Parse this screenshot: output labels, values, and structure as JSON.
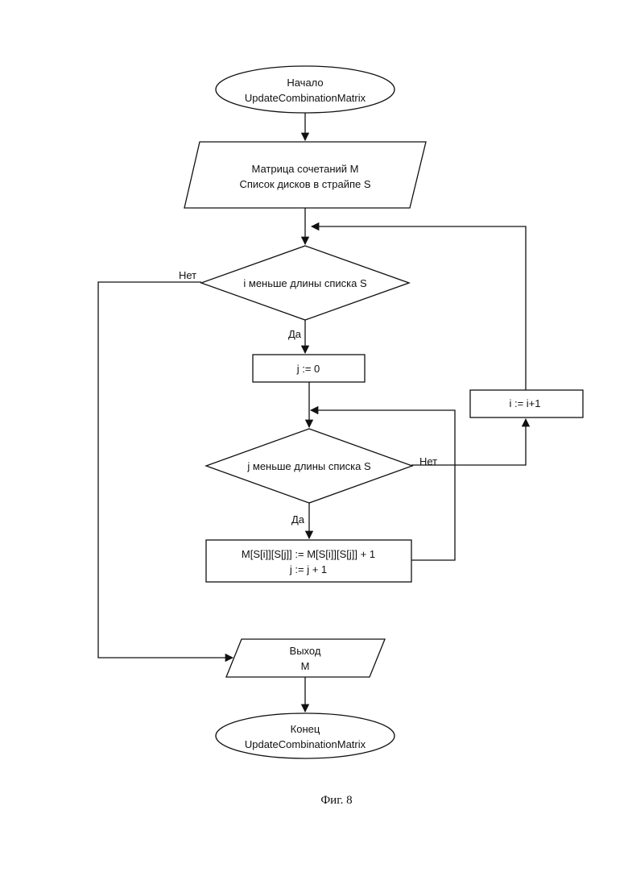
{
  "flowchart": {
    "start": {
      "line1": "Начало",
      "line2": "UpdateCombinationMatrix"
    },
    "input": {
      "line1": "Матрица сочетаний M",
      "line2": "Список дисков в страйпе S"
    },
    "cond_i": {
      "text": "i меньше длины списка S",
      "yes": "Да",
      "no": "Нет"
    },
    "init_j": {
      "text": "j := 0"
    },
    "cond_j": {
      "text": "j меньше длины списка S",
      "yes": "Да",
      "no": "Нет"
    },
    "update": {
      "line1": "M[S[i]][S[j]] := M[S[i]][S[j]] + 1",
      "line2": "j := j + 1"
    },
    "incr_i": {
      "text": "i := i+1"
    },
    "output": {
      "line1": "Выход",
      "line2": "M"
    },
    "end": {
      "line1": "Конец",
      "line2": "UpdateCombinationMatrix"
    }
  },
  "caption": "Фиг. 8",
  "colors": {
    "stroke": "#111111",
    "background": "#ffffff"
  }
}
